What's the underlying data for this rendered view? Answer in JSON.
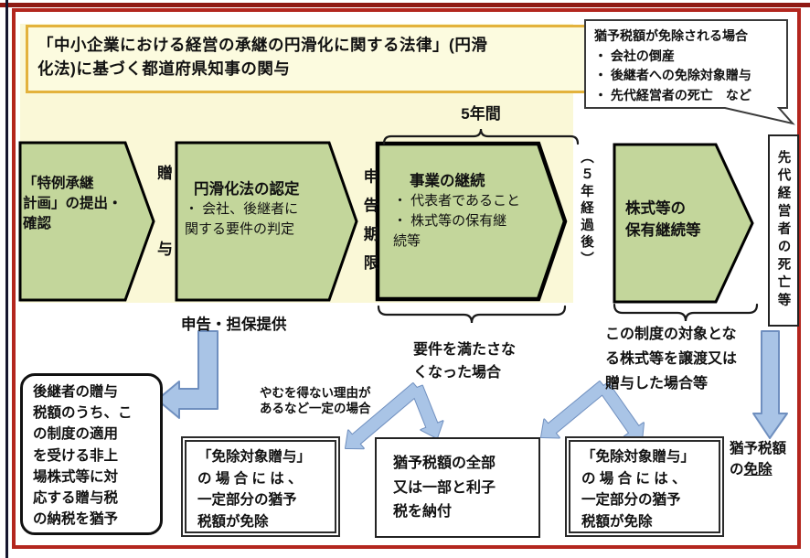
{
  "colors": {
    "border-red": "#b3261e",
    "panel-yellow": "#faf8d7",
    "title-border": "#e3b23c",
    "pentagon-green": "#c3d69b",
    "arrow-blue": "#a9c4e6",
    "arrow-blue-border": "#6f8fbf"
  },
  "header": {
    "title": "「中小企業における経営の承継の円滑化に関する法律」(円滑\n化法)に基づく都道府県知事の関与"
  },
  "callout": {
    "title": "猶予税額が免除される場合",
    "items": [
      "・ 会社の倒産",
      "・ 後継者への免除対象贈与",
      "・ 先代経営者の死亡　など"
    ]
  },
  "flow": {
    "step1_title": "「特例承継\n計画」の提出・\n確認",
    "gift_label": "贈与",
    "step2_title": "円滑化法の認定",
    "step2_bullets": "・ 会社、後継者に\n関する要件の判定",
    "deadline_label": "申告期限",
    "five_years_label": "5年間",
    "step3_title": "事業の継続",
    "step3_bullets": "・ 代表者であること\n・ 株式等の保有継\n続等",
    "after_five_label": "（５年経過後）",
    "step4_title": "株式等の\n保有継続等",
    "death_label": "先代経営者の死亡等"
  },
  "notes": {
    "report_label": "申告・担保提供",
    "fail_label": "要件を満たさな\nくなった場合",
    "unavoidable_label": "やむを得ない理由が\nあるなど一定の場合",
    "transfer_label": "この制度の対象とな\nる株式等を譲渡又は\n贈与した場合等",
    "exempt_line1": "猶予税額",
    "exempt_line2_prefix": "の",
    "exempt_line2_underline": "免除"
  },
  "boxes": {
    "defer_text": "後継者の贈与\n税額のうち、こ\nの制度の適用\nを受ける非上\n場株式等に対\n応する贈与税\nの納税を猶予",
    "exempt_gift_left": "「免除対象贈与」\nの 場 合 に は 、\n一定部分の猶予\n税額が免除",
    "pay_text": "猶予税額の全部\n又は一部と利子\n税を納付",
    "exempt_gift_right": "「免除対象贈与」\nの 場 合 に は 、\n一定部分の猶予\n税額が免除"
  }
}
